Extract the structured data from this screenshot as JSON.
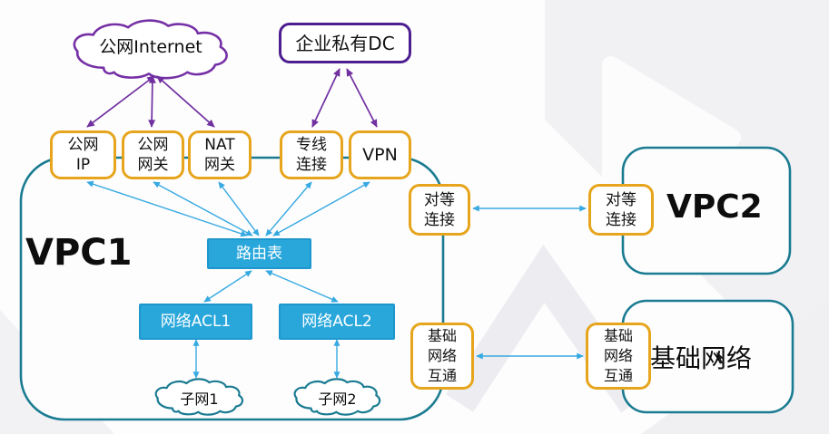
{
  "clouds": {
    "internet": {
      "label": "公网Internet"
    },
    "subnet1": {
      "label": "子网1"
    },
    "subnet2": {
      "label": "子网2"
    }
  },
  "boxes": {
    "dc": {
      "label": "企业私有DC"
    },
    "public_ip": {
      "line1": "公网",
      "line2": "IP"
    },
    "public_gateway": {
      "line1": "公网",
      "line2": "网关"
    },
    "nat_gateway": {
      "line1": "NAT",
      "line2": "网关"
    },
    "direct_connect": {
      "line1": "专线",
      "line2": "连接"
    },
    "vpn": {
      "label": "VPN"
    },
    "route_table": {
      "label": "路由表"
    },
    "acl1": {
      "label": "网络ACL1"
    },
    "acl2": {
      "label": "网络ACL2"
    },
    "peering_left": {
      "line1": "对等",
      "line2": "连接"
    },
    "peering_right": {
      "line1": "对等",
      "line2": "连接"
    },
    "basic_interconnect_left": {
      "line1": "基础",
      "line2": "网络",
      "line3": "互通"
    },
    "basic_interconnect_right": {
      "line1": "基础",
      "line2": "网络",
      "line3": "互通"
    }
  },
  "regions": {
    "vpc1": {
      "label": "VPC1"
    },
    "vpc2": {
      "label": "VPC2"
    },
    "basic_network": {
      "label": "基础网络"
    }
  },
  "colors": {
    "purple_arrow": "#7030A0",
    "purple_border": "#4D1E8F",
    "gold_border": "#E6A51C",
    "teal_border": "#1A7B91",
    "blue_node_fill": "#29A7DB",
    "blue_arrow": "#36A9E1"
  }
}
